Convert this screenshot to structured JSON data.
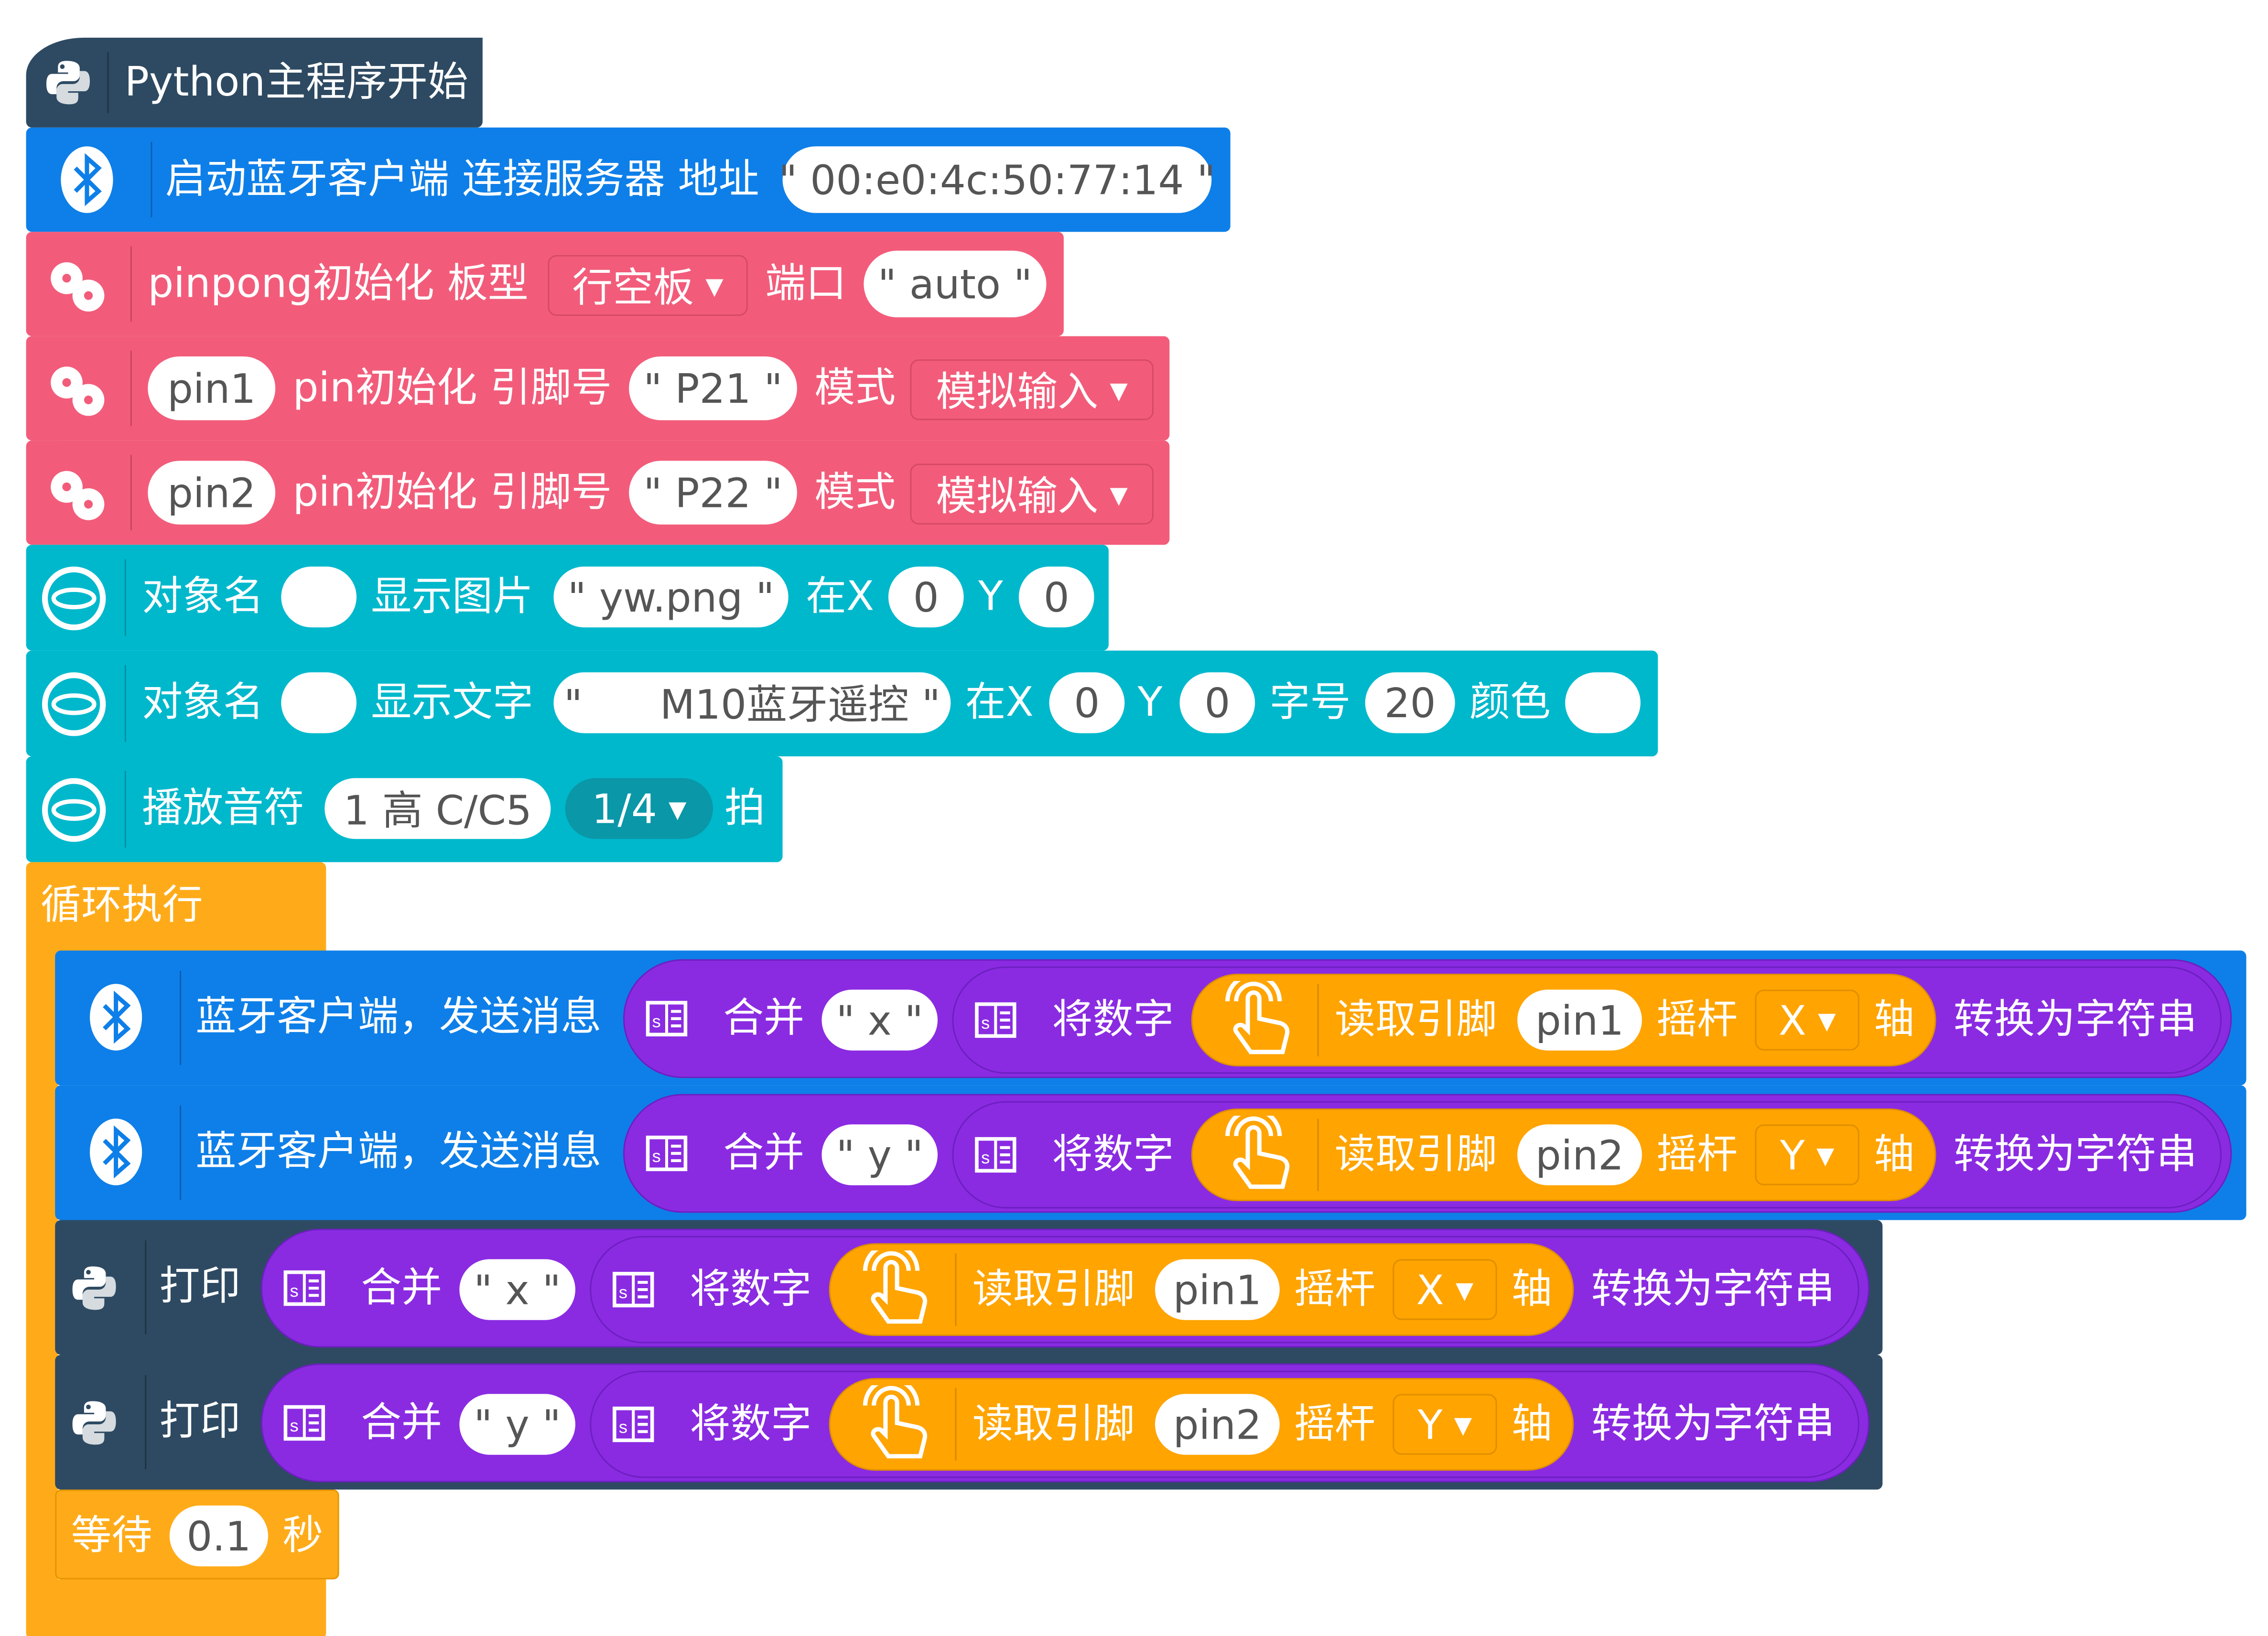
{
  "hat": {
    "label": "Python主程序开始"
  },
  "bt_client": {
    "label": "启动蓝牙客户端 连接服务器 地址",
    "address": " \" 00:e0:4c:50:77:14 \" "
  },
  "pinpong_init": {
    "label_a": "pinpong初始化 板型",
    "board": "行空板",
    "label_b": "端口",
    "port": "\" auto \""
  },
  "pin1_init": {
    "var": "pin1",
    "label_a": "pin初始化 引脚号",
    "pin": "\" P21 \"",
    "label_b": "模式",
    "mode": "模拟输入"
  },
  "pin2_init": {
    "var": "pin2",
    "label_a": "pin初始化 引脚号",
    "pin": "\" P22 \"",
    "label_b": "模式",
    "mode": "模拟输入"
  },
  "show_image": {
    "obj_label": "对象名",
    "label": "显示图片",
    "file": "\" yw.png \"",
    "x_label": "在X",
    "x": "0",
    "y_label": "Y",
    "y": "0"
  },
  "show_text": {
    "obj_label": "对象名",
    "label": "显示文字",
    "text": "\"      M10蓝牙遥控 \"",
    "x_label": "在X",
    "x": "0",
    "y_label": "Y",
    "y": "0",
    "size_label": "字号",
    "size": "20",
    "color_label": "颜色"
  },
  "play_note": {
    "label": "播放音符",
    "note": "1 高 C/C5",
    "beat": "1/4",
    "beat_label": "拍"
  },
  "loop": {
    "label": "循环执行"
  },
  "send1": {
    "label": "蓝牙客户端，发送消息",
    "merge": "合并",
    "str": "\" x \"",
    "tonum": "将数字",
    "read": "读取引脚",
    "pin": "pin1",
    "joy": "摇杆",
    "axis": "X",
    "axis_label": "轴",
    "tostr": "转换为字符串"
  },
  "send2": {
    "label": "蓝牙客户端，发送消息",
    "merge": "合并",
    "str": "\" y \"",
    "tonum": "将数字",
    "read": "读取引脚",
    "pin": "pin2",
    "joy": "摇杆",
    "axis": "Y",
    "axis_label": "轴",
    "tostr": "转换为字符串"
  },
  "print1": {
    "label": "打印",
    "merge": "合并",
    "str": "\" x \"",
    "tonum": "将数字",
    "read": "读取引脚",
    "pin": "pin1",
    "joy": "摇杆",
    "axis": "X",
    "axis_label": "轴",
    "tostr": "转换为字符串"
  },
  "print2": {
    "label": "打印",
    "merge": "合并",
    "str": "\" y \"",
    "tonum": "将数字",
    "read": "读取引脚",
    "pin": "pin2",
    "joy": "摇杆",
    "axis": "Y",
    "axis_label": "轴",
    "tostr": "转换为字符串"
  },
  "wait": {
    "label": "等待",
    "value": "0.1",
    "unit": "秒"
  },
  "icons": {
    "python": "python-icon",
    "bluetooth": "bluetooth-icon",
    "pinpong": "pinpong-icon",
    "unihiker": "unihiker-icon",
    "text": "text-icon",
    "touch": "touch-hand-icon",
    "dropdown": "dropdown-arrow-icon"
  },
  "colors": {
    "python": "#2e4a62",
    "bluetooth": "#0e7fe8",
    "pinpong": "#f25c7a",
    "unihiker": "#00b8cc",
    "loop": "#ffab19",
    "text": "#8a2be2",
    "touch": "#ffa400"
  }
}
